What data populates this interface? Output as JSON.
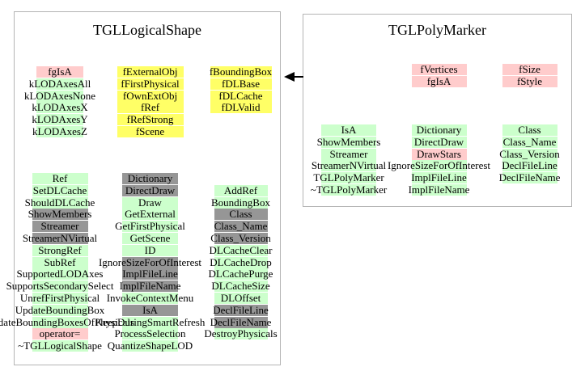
{
  "palette": {
    "green": "#ccffcc",
    "pink": "#ffcccc",
    "yellow": "#ffff66",
    "gray": "#969696",
    "border": "#b4b4b4",
    "arrow": "#000000",
    "text": "#000000",
    "background": "#ffffff"
  },
  "boxes": [
    {
      "title": "TGLLogicalShape",
      "sections": [
        {
          "name": "data-members",
          "columns": [
            {
              "start_row": 0,
              "items": [
                {
                  "label": "fgIsA",
                  "color": "pink"
                },
                {
                  "label": "kLODAxesAll",
                  "color": "green"
                },
                {
                  "label": "kLODAxesNone",
                  "color": "green"
                },
                {
                  "label": "kLODAxesX",
                  "color": "green"
                },
                {
                  "label": "kLODAxesY",
                  "color": "green"
                },
                {
                  "label": "kLODAxesZ",
                  "color": "green"
                }
              ]
            },
            {
              "start_row": 0,
              "items": [
                {
                  "label": "fExternalObj",
                  "color": "yellow"
                },
                {
                  "label": "fFirstPhysical",
                  "color": "yellow"
                },
                {
                  "label": "fOwnExtObj",
                  "color": "yellow"
                },
                {
                  "label": "fRef",
                  "color": "yellow"
                },
                {
                  "label": "fRefStrong",
                  "color": "yellow"
                },
                {
                  "label": "fScene",
                  "color": "yellow"
                }
              ]
            },
            {
              "start_row": 0,
              "items": [
                {
                  "label": "fBoundingBox",
                  "color": "yellow"
                },
                {
                  "label": "fDLBase",
                  "color": "yellow"
                },
                {
                  "label": "fDLCache",
                  "color": "yellow"
                },
                {
                  "label": "fDLValid",
                  "color": "yellow"
                }
              ]
            }
          ]
        },
        {
          "name": "methods",
          "columns": [
            {
              "start_row": 0,
              "items": [
                {
                  "label": "Ref",
                  "color": "green"
                },
                {
                  "label": "SetDLCache",
                  "color": "green"
                },
                {
                  "label": "ShouldDLCache",
                  "color": "green"
                },
                {
                  "label": "ShowMembers",
                  "color": "gray"
                },
                {
                  "label": "Streamer",
                  "color": "gray"
                },
                {
                  "label": "StreamerNVirtual",
                  "color": "gray"
                },
                {
                  "label": "StrongRef",
                  "color": "green"
                },
                {
                  "label": "SubRef",
                  "color": "green"
                },
                {
                  "label": "SupportedLODAxes",
                  "color": "green"
                },
                {
                  "label": "SupportsSecondarySelect",
                  "color": "green"
                },
                {
                  "label": "UnrefFirstPhysical",
                  "color": "green"
                },
                {
                  "label": "UpdateBoundingBox",
                  "color": "green"
                },
                {
                  "label": "UpdateBoundingBoxesOfPhysicals",
                  "color": "green"
                },
                {
                  "label": "operator=",
                  "color": "pink"
                },
                {
                  "label": "~TGLLogicalShape",
                  "color": "green"
                }
              ]
            },
            {
              "start_row": 0,
              "items": [
                {
                  "label": "Dictionary",
                  "color": "gray"
                },
                {
                  "label": "DirectDraw",
                  "color": "gray"
                },
                {
                  "label": "Draw",
                  "color": "green"
                },
                {
                  "label": "GetExternal",
                  "color": "green"
                },
                {
                  "label": "GetFirstPhysical",
                  "color": "green"
                },
                {
                  "label": "GetScene",
                  "color": "green"
                },
                {
                  "label": "ID",
                  "color": "green"
                },
                {
                  "label": "IgnoreSizeForOfInterest",
                  "color": "gray"
                },
                {
                  "label": "ImplFileLine",
                  "color": "gray"
                },
                {
                  "label": "ImplFileName",
                  "color": "gray"
                },
                {
                  "label": "InvokeContextMenu",
                  "color": "green"
                },
                {
                  "label": "IsA",
                  "color": "gray"
                },
                {
                  "label": "KeepDuringSmartRefresh",
                  "color": "green"
                },
                {
                  "label": "ProcessSelection",
                  "color": "green"
                },
                {
                  "label": "QuantizeShapeLOD",
                  "color": "green"
                }
              ]
            },
            {
              "start_row": 1,
              "items": [
                {
                  "label": "AddRef",
                  "color": "green"
                },
                {
                  "label": "BoundingBox",
                  "color": "green"
                },
                {
                  "label": "Class",
                  "color": "gray"
                },
                {
                  "label": "Class_Name",
                  "color": "gray"
                },
                {
                  "label": "Class_Version",
                  "color": "gray"
                },
                {
                  "label": "DLCacheClear",
                  "color": "green"
                },
                {
                  "label": "DLCacheDrop",
                  "color": "green"
                },
                {
                  "label": "DLCachePurge",
                  "color": "green"
                },
                {
                  "label": "DLCacheSize",
                  "color": "green"
                },
                {
                  "label": "DLOffset",
                  "color": "green"
                },
                {
                  "label": "DeclFileLine",
                  "color": "gray"
                },
                {
                  "label": "DeclFileName",
                  "color": "gray"
                },
                {
                  "label": "DestroyPhysicals",
                  "color": "green"
                }
              ]
            }
          ]
        }
      ]
    },
    {
      "title": "TGLPolyMarker",
      "sections": [
        {
          "name": "data-members",
          "columns": [
            {
              "start_row": 0,
              "items": []
            },
            {
              "start_row": 0,
              "items": [
                {
                  "label": "fVertices",
                  "color": "pink"
                },
                {
                  "label": "fgIsA",
                  "color": "pink"
                }
              ]
            },
            {
              "start_row": 0,
              "items": [
                {
                  "label": "fSize",
                  "color": "pink"
                },
                {
                  "label": "fStyle",
                  "color": "pink"
                }
              ]
            }
          ]
        },
        {
          "name": "methods",
          "columns": [
            {
              "start_row": 0,
              "items": [
                {
                  "label": "IsA",
                  "color": "green"
                },
                {
                  "label": "ShowMembers",
                  "color": "green"
                },
                {
                  "label": "Streamer",
                  "color": "green"
                },
                {
                  "label": "StreamerNVirtual",
                  "color": "green"
                },
                {
                  "label": "TGLPolyMarker",
                  "color": "green"
                },
                {
                  "label": "~TGLPolyMarker",
                  "color": "green"
                }
              ]
            },
            {
              "start_row": 0,
              "items": [
                {
                  "label": "Dictionary",
                  "color": "green"
                },
                {
                  "label": "DirectDraw",
                  "color": "green"
                },
                {
                  "label": "DrawStars",
                  "color": "pink"
                },
                {
                  "label": "IgnoreSizeForOfInterest",
                  "color": "green"
                },
                {
                  "label": "ImplFileLine",
                  "color": "green"
                },
                {
                  "label": "ImplFileName",
                  "color": "green"
                }
              ]
            },
            {
              "start_row": 0,
              "items": [
                {
                  "label": "Class",
                  "color": "green"
                },
                {
                  "label": "Class_Name",
                  "color": "green"
                },
                {
                  "label": "Class_Version",
                  "color": "green"
                },
                {
                  "label": "DeclFileLine",
                  "color": "green"
                },
                {
                  "label": "DeclFileName",
                  "color": "green"
                }
              ]
            }
          ]
        }
      ]
    }
  ]
}
